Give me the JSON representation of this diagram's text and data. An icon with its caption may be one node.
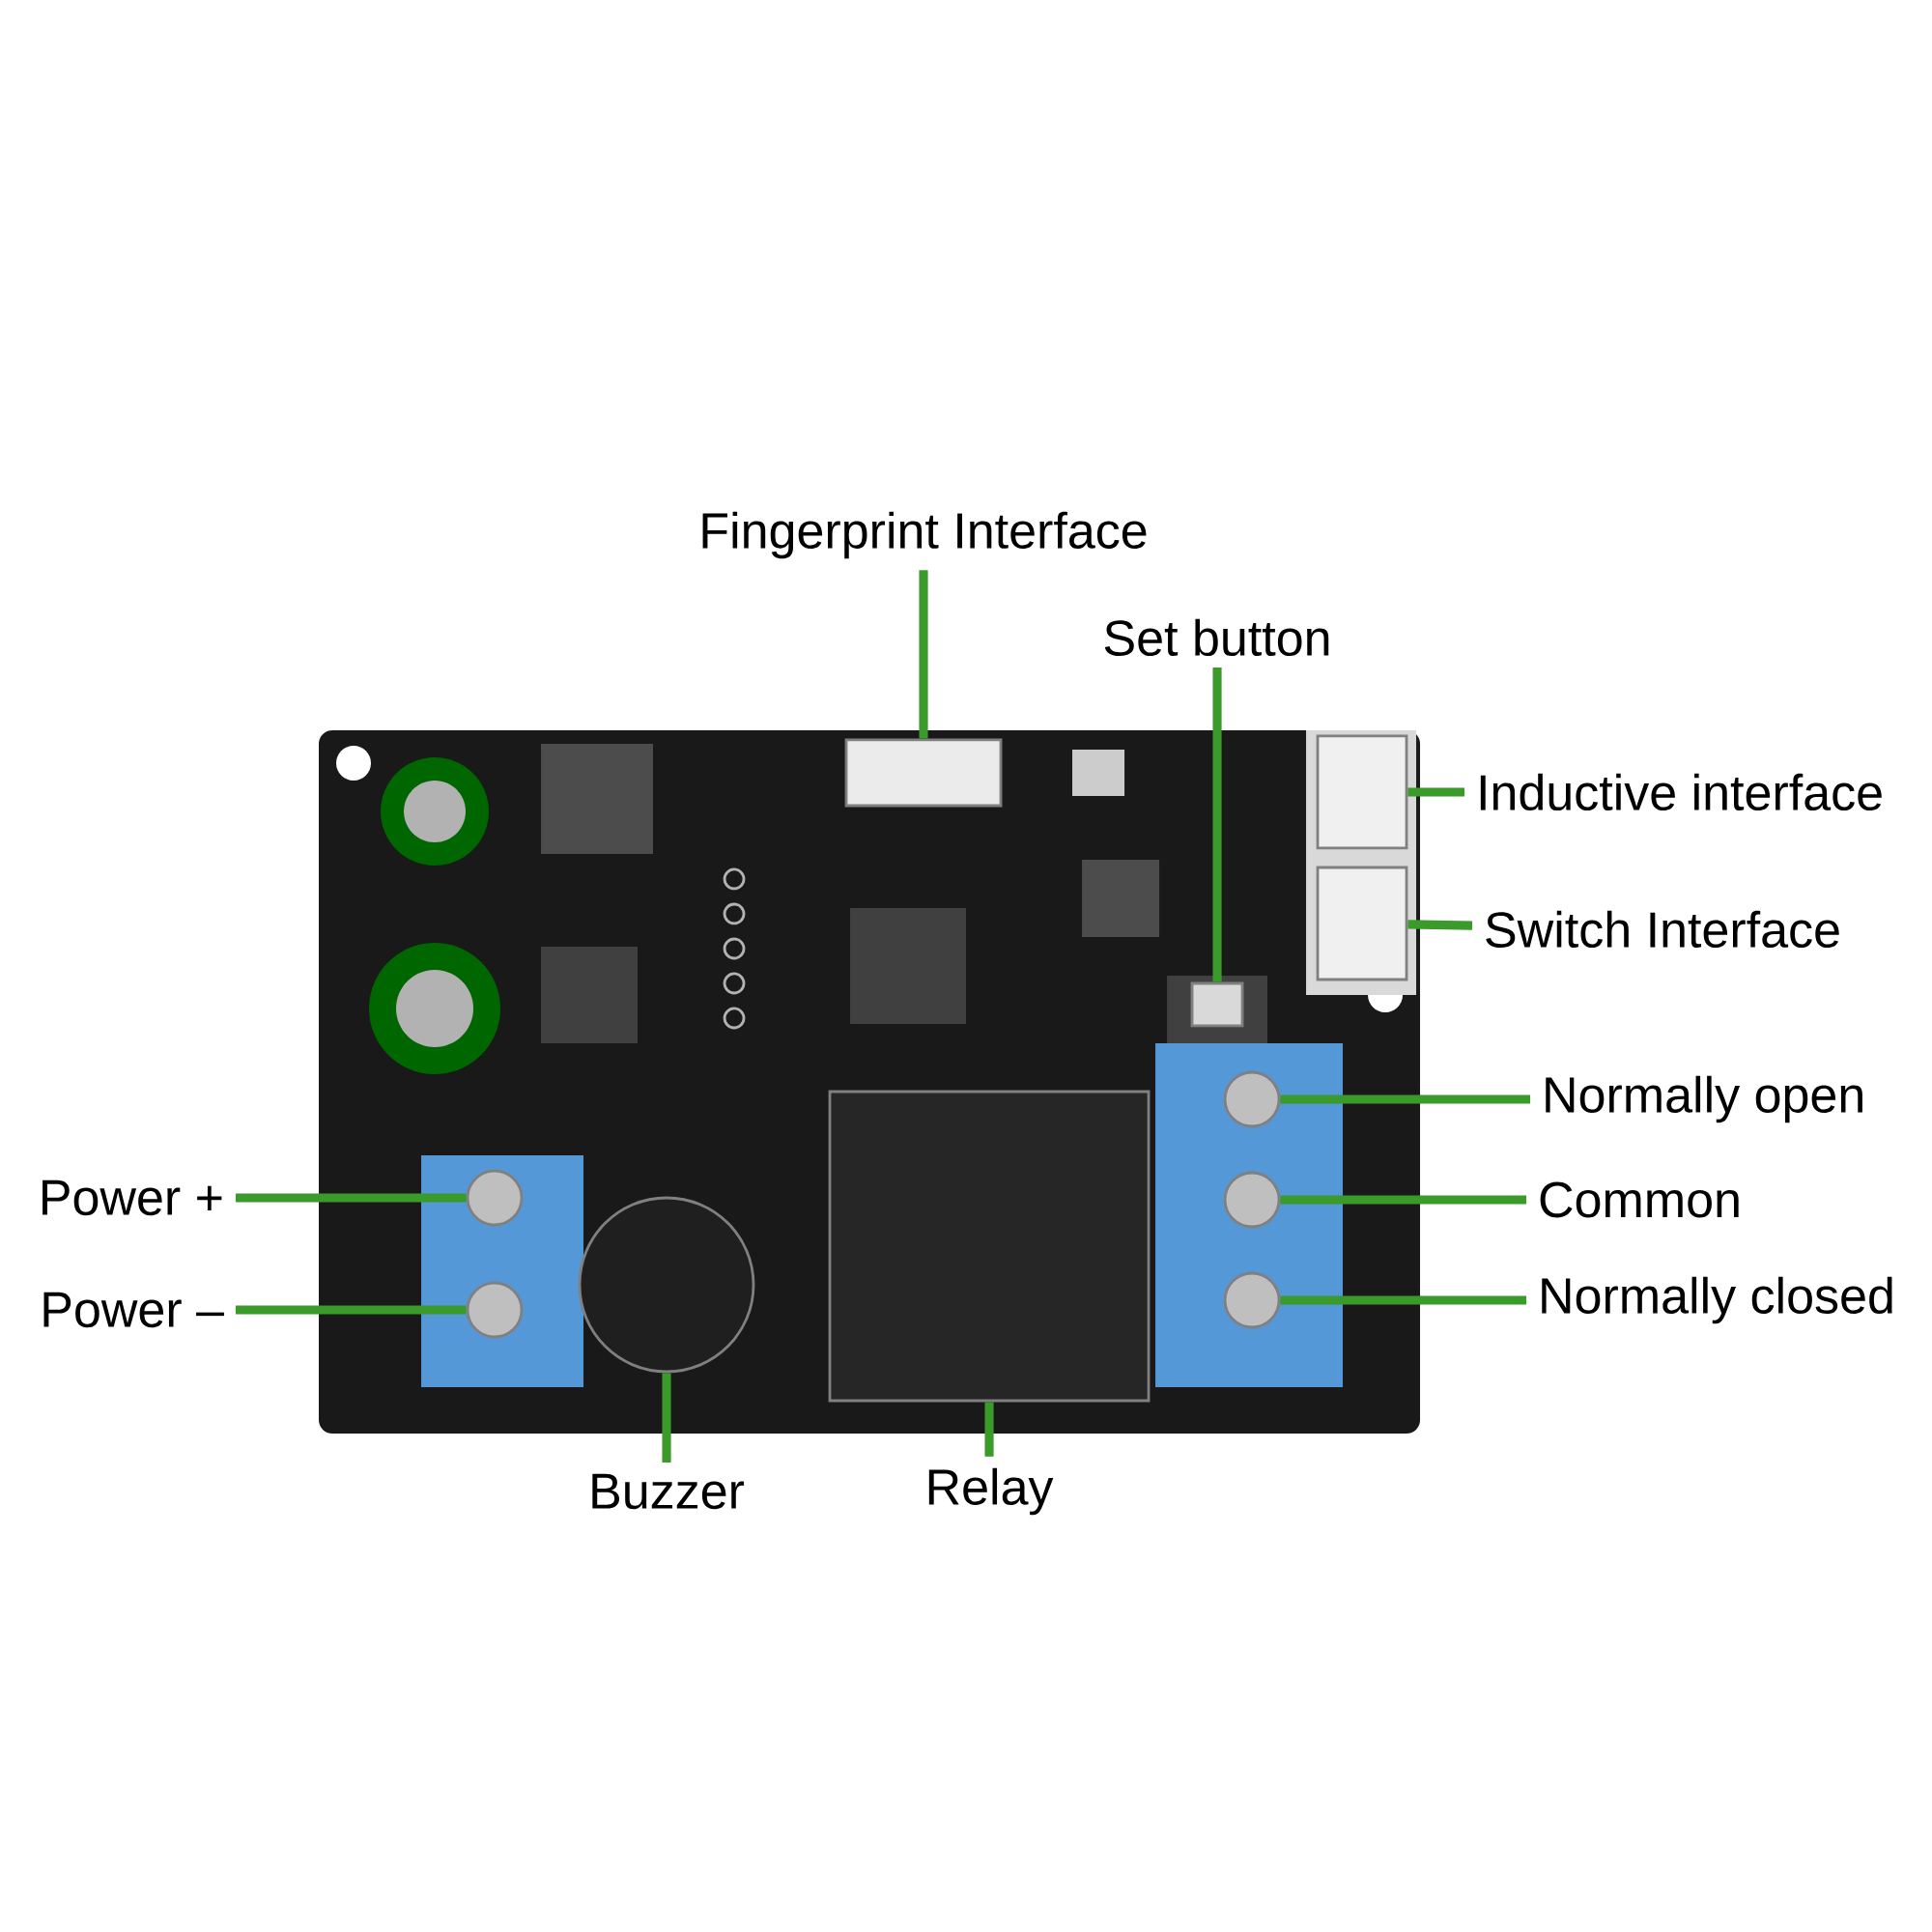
{
  "diagram": {
    "nodes": [
      {
        "text": [
          "Fingerprint Interface"
        ]
      },
      {
        "text": [
          "Set button"
        ]
      },
      {
        "text": [
          "Inductive interface"
        ]
      },
      {
        "text": [
          "Switch Interface"
        ]
      },
      {
        "text": [
          "Normally open"
        ]
      },
      {
        "text": [
          "Common"
        ]
      },
      {
        "text": [
          "Normally closed"
        ]
      },
      {
        "text": [
          "Power +"
        ]
      },
      {
        "text": [
          "Power –"
        ]
      },
      {
        "text": [
          "Buzzer"
        ]
      },
      {
        "text": [
          "Relay"
        ]
      },
      {
        "text": [],
        "shape": "box"
      },
      {
        "text": [],
        "shape": "box"
      },
      {
        "text": [],
        "shape": "box"
      },
      {
        "text": [],
        "shape": "box"
      },
      {
        "text": [],
        "shape": "circle"
      },
      {
        "text": [],
        "shape": "circle"
      },
      {
        "text": [],
        "shape": "circle"
      },
      {
        "text": [],
        "shape": "circle"
      },
      {
        "text": [],
        "shape": "circle"
      },
      {
        "text": [],
        "shape": "circle"
      },
      {
        "text": [],
        "shape": "box"
      }
    ],
    "edges": [
      {
        "from": 0,
        "to": 11,
        "arrow": "none"
      },
      {
        "from": 1,
        "to": 12,
        "arrow": "none"
      },
      {
        "from": 2,
        "to": 13,
        "arrow": "none"
      },
      {
        "from": 3,
        "to": 14,
        "arrow": "none"
      },
      {
        "from": 4,
        "to": 15,
        "arrow": "none"
      },
      {
        "from": 5,
        "to": 16,
        "arrow": "none"
      },
      {
        "from": 6,
        "to": 17,
        "arrow": "none"
      },
      {
        "from": 7,
        "to": 18,
        "arrow": "none"
      },
      {
        "from": 8,
        "to": 19,
        "arrow": "none"
      },
      {
        "from": 9,
        "to": 20,
        "arrow": "none"
      },
      {
        "from": 10,
        "to": 21,
        "arrow": "none"
      }
    ]
  }
}
